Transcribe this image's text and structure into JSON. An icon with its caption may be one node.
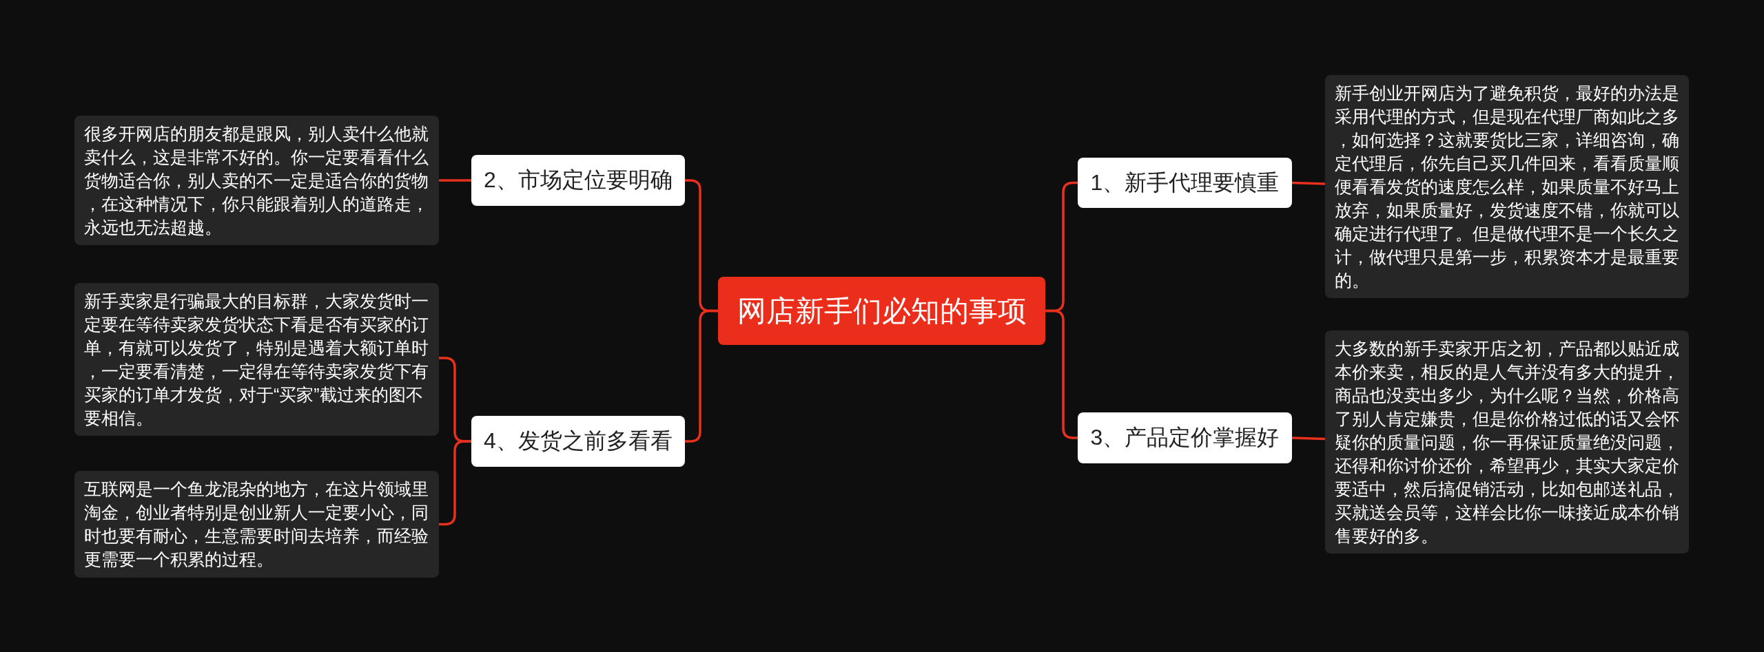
{
  "diagram": {
    "nodes": [
      {
        "text": [
          "网店新手们必知的事项"
        ]
      },
      {
        "text": [
          "1、新手代理要慎重"
        ]
      },
      {
        "text": [
          "新手创业开网店为了避免积货，最好的办法是采用代理的方式，但是现在代理厂商如此之多，如何选择？这就要货比三家，详细咨询，确定代理后，你先自己买几件回来，看看质量顺便看看发货的速度怎么样，如果质量不好马上放弃，如果质量好，发货速度不错，你就可以确定进行代理了。但是做代理不是一个长久之计，做代理只是第一步，积累资本才是最重要的。"
        ]
      },
      {
        "text": [
          "2、市场定位要明确"
        ]
      },
      {
        "text": [
          "很多开网店的朋友都是跟风，别人卖什么他就卖什么，这是非常不好的。你一定要看看什么货物适合你，别人卖的不一定是适合你的货物，在这种情况下，你只能跟着别人的道路走，永远也无法超越。"
        ]
      },
      {
        "text": [
          "3、产品定价掌握好"
        ]
      },
      {
        "text": [
          "大多数的新手卖家开店之初，产品都以贴近成本价来卖，相反的是人气并没有多大的提升，商品也没卖出多少，为什么呢？当然，价格高了别人肯定嫌贵，但是你价格过低的话又会怀疑你的质量问题，你一再保证质量绝没问题，还得和你讨价还价，希望再少，其实大家定价要适中，然后搞促销活动，比如包邮送礼品，买就送会员等，这样会比你一味接近成本价销售要好的多。"
        ]
      },
      {
        "text": [
          "4、发货之前多看看"
        ]
      },
      {
        "text": [
          "新手卖家是行骗最大的目标群，大家发货时一定要在等待卖家发货状态下看是否有买家的订单，有就可以发货了，特别是遇着大额订单时，一定要看清楚，一定得在等待卖家发货下有买家的订单才发货，对于“买家”截过来的图不要相信。"
        ]
      },
      {
        "text": [
          "互联网是一个鱼龙混杂的地方，在这片领域里淘金，创业者特别是创业新人一定要小心，同时也要有耐心，生意需要时间去培养，而经验更需要一个积累的过程。"
        ]
      }
    ],
    "edges": [
      {
        "from": 0,
        "to": 1,
        "arrow": "none"
      },
      {
        "from": 0,
        "to": 3,
        "arrow": "none"
      },
      {
        "from": 0,
        "to": 5,
        "arrow": "none"
      },
      {
        "from": 0,
        "to": 7,
        "arrow": "none"
      },
      {
        "from": 1,
        "to": 2,
        "arrow": "none"
      },
      {
        "from": 3,
        "to": 4,
        "arrow": "none"
      },
      {
        "from": 5,
        "to": 6,
        "arrow": "none"
      },
      {
        "from": 7,
        "to": 8,
        "arrow": "none"
      },
      {
        "from": 7,
        "to": 9,
        "arrow": "none"
      }
    ]
  }
}
